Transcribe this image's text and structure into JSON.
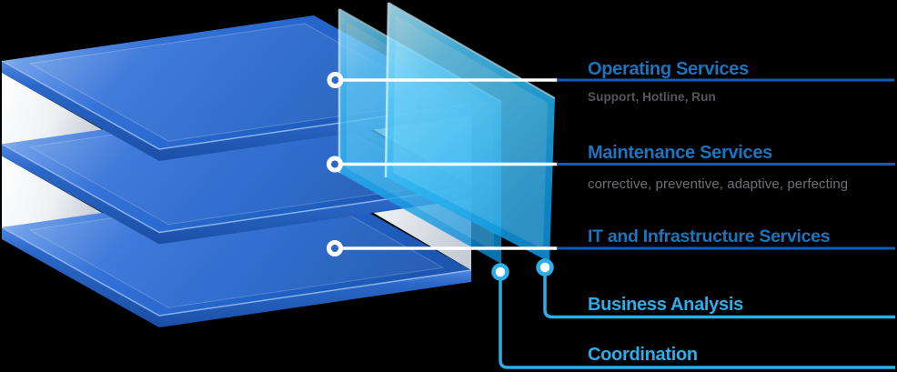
{
  "canvas": {
    "background": "#000000"
  },
  "labels": {
    "operating": {
      "title": "Operating Services",
      "subtitle": "Support, Hotline, Run"
    },
    "maintenance": {
      "title": "Maintenance Services",
      "subtitle": "corrective, preventive, adaptive, perfecting"
    },
    "it_infrastructure": {
      "title": "IT and Infrastructure Services"
    },
    "business_analysis": {
      "title": "Business Analysis"
    },
    "coordination": {
      "title": "Coordination"
    }
  },
  "colors": {
    "heading_blue": "#1B74C0",
    "underline_blue": "#0B5FB8",
    "cyan_accent": "#2BAFEA",
    "subtitle_gray_dark": "#55575A",
    "subtitle_gray_light": "#6E7073",
    "layer_blue": "#2263C8",
    "panel_cyan": "#29B6F2",
    "connector_white": "#FFFFFF",
    "wall_white": "#EDF0F4"
  },
  "diagram": {
    "layer_count": 3,
    "panel_count": 2,
    "connectors": [
      "operating",
      "maintenance",
      "it_infrastructure",
      "business_analysis",
      "coordination"
    ]
  }
}
